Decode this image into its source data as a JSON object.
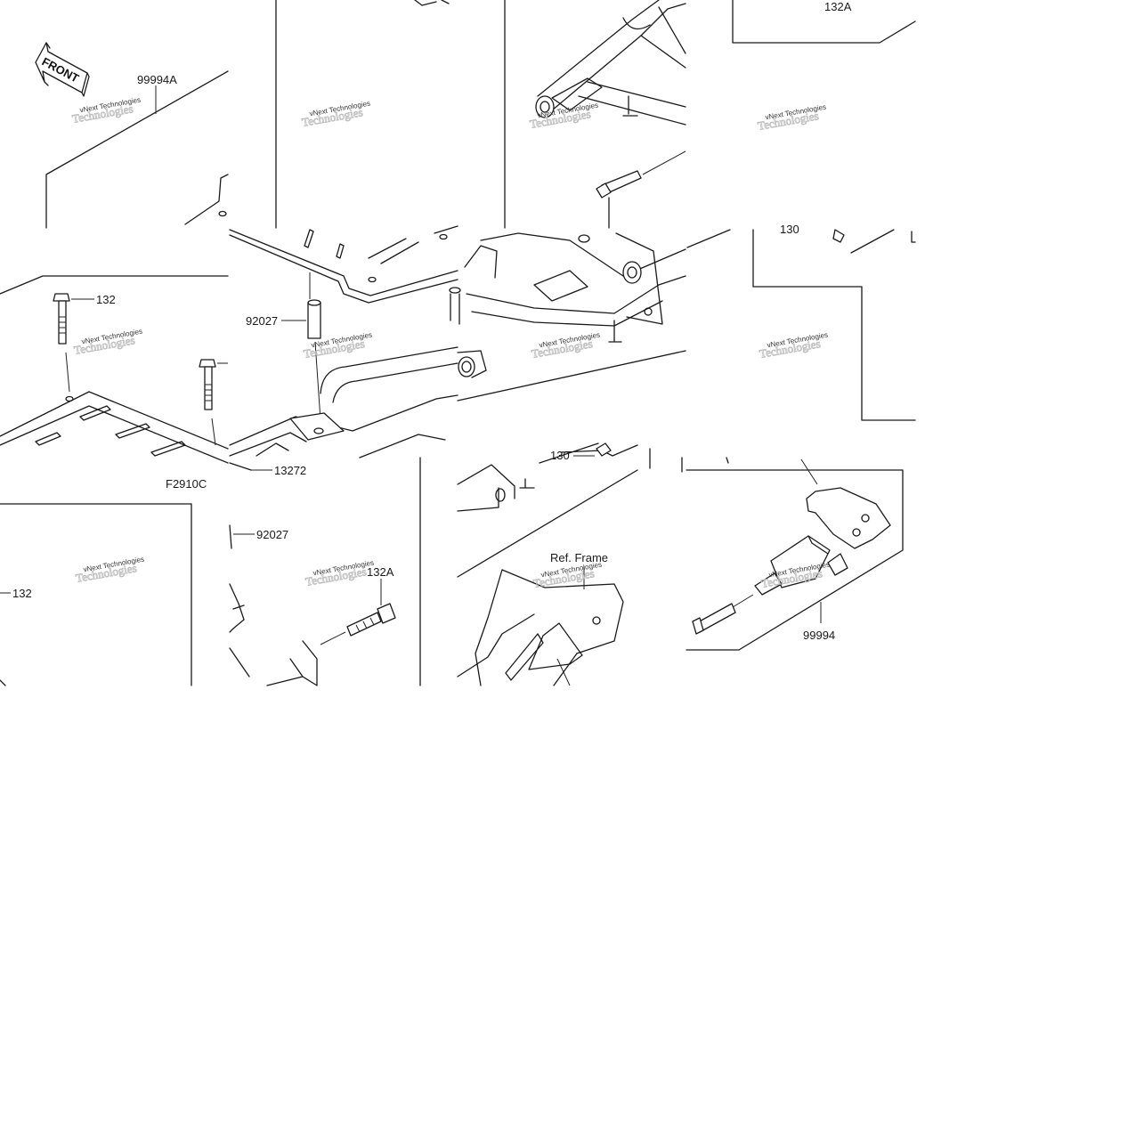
{
  "front_label": "FRONT",
  "watermark": {
    "line1": "vNext Technologies",
    "line2": "Technologies"
  },
  "labels": {
    "p_99994A": "99994A",
    "p_132A_top": "132A",
    "p_132_left": "132",
    "p_92027_mid": "92027",
    "p_130_top": "130",
    "p_130_mid": "130",
    "p_13272": "13272",
    "p_F2910C": "F2910C",
    "p_92027_low": "92027",
    "p_132_low": "132",
    "p_132A_low": "132A",
    "p_ref_frame": "Ref. Frame",
    "p_99994": "99994"
  }
}
